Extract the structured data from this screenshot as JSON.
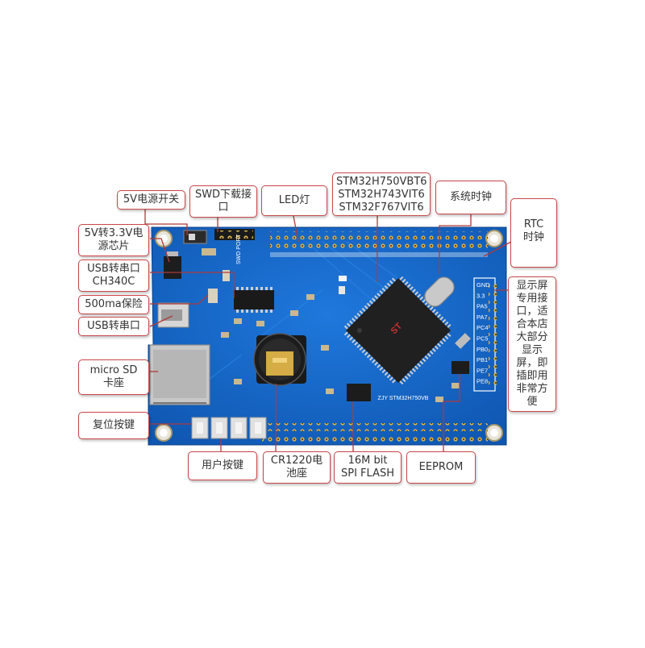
{
  "callouts": {
    "power_switch": [
      "5V电源开关"
    ],
    "swd": [
      "SWD下载接",
      "口"
    ],
    "led": [
      "LED灯"
    ],
    "mcu": [
      "STM32H750VBT6",
      "STM32H743VIT6",
      "STM32F767VIT6"
    ],
    "system_clock": [
      "系统时钟"
    ],
    "rtc": [
      "RTC",
      "时钟"
    ],
    "regulator": [
      "5V转3.3V电",
      "源芯片"
    ],
    "usb_ch340": [
      "USB转串口",
      "CH340C"
    ],
    "fuse": [
      "500ma保险"
    ],
    "usb_port": [
      "USB转串口"
    ],
    "display_port": [
      "显示屏",
      "专用接",
      "口，适",
      "合本店",
      "大部分",
      "显示",
      "屏，即",
      "插即用",
      "非常方",
      "便"
    ],
    "micro_sd": [
      "micro SD",
      "卡座"
    ],
    "reset": [
      "复位按键"
    ],
    "user_keys": [
      "用户按键"
    ],
    "battery": [
      "CR1220电",
      "池座"
    ],
    "flash": [
      "16M bit",
      "SPI FLASH"
    ],
    "eeprom": [
      "EEPROM"
    ]
  },
  "board": {
    "chip_marking": "ST",
    "board_marking": "ZJY STM32H750VB",
    "swd_silk": "SWD PORT",
    "header_silk": [
      "GND",
      "3.3",
      "PA5",
      "PA7",
      "PC4",
      "PC5",
      "PB0",
      "PB1",
      "PE7",
      "PE8"
    ]
  },
  "colors": {
    "pcb": "#1565c8",
    "callout_border": "#c8474b",
    "leader": "#b03a3a"
  }
}
